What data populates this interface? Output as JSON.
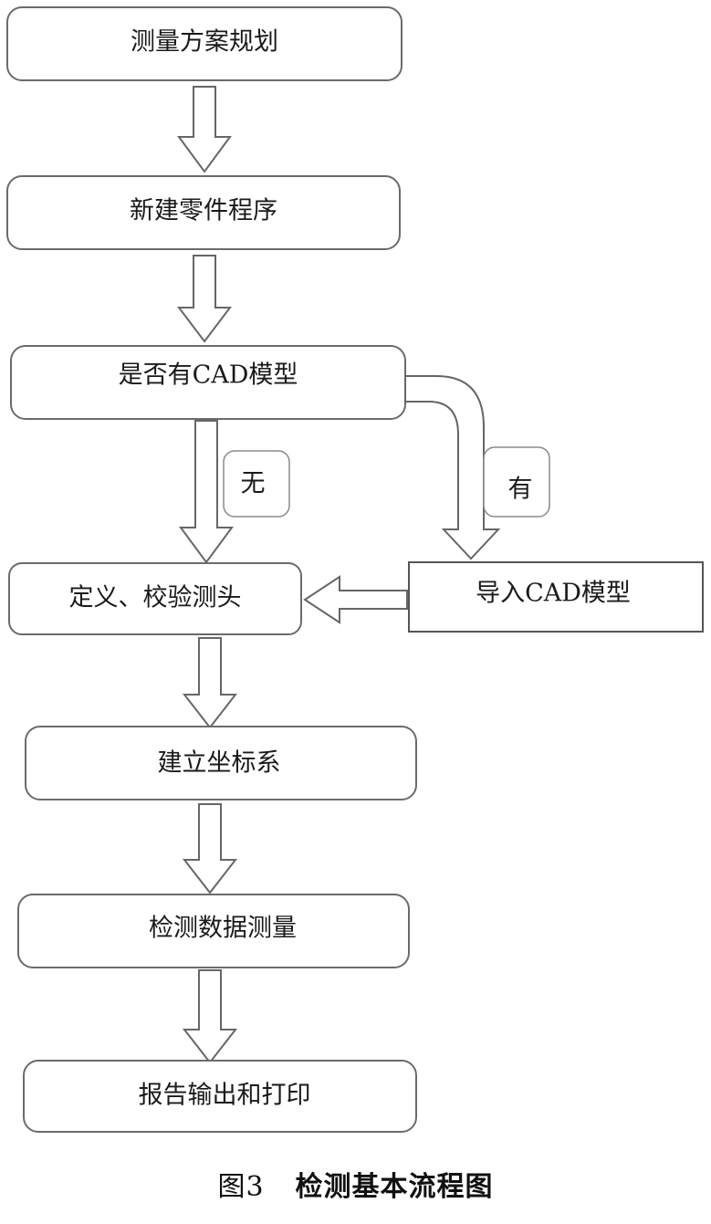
{
  "diagram": {
    "nodes": {
      "plan": "测量方案规划",
      "new_program": "新建零件程序",
      "has_cad": "是否有CAD模型",
      "define_probe": "定义、校验测头",
      "import_cad": "导入CAD模型",
      "coord_system": "建立坐标系",
      "measure": "检测数据测量",
      "report": "报告输出和打印"
    },
    "branches": {
      "no": "无",
      "yes": "有"
    }
  },
  "caption": {
    "figure_number": "图3",
    "title": "检测基本流程图"
  }
}
